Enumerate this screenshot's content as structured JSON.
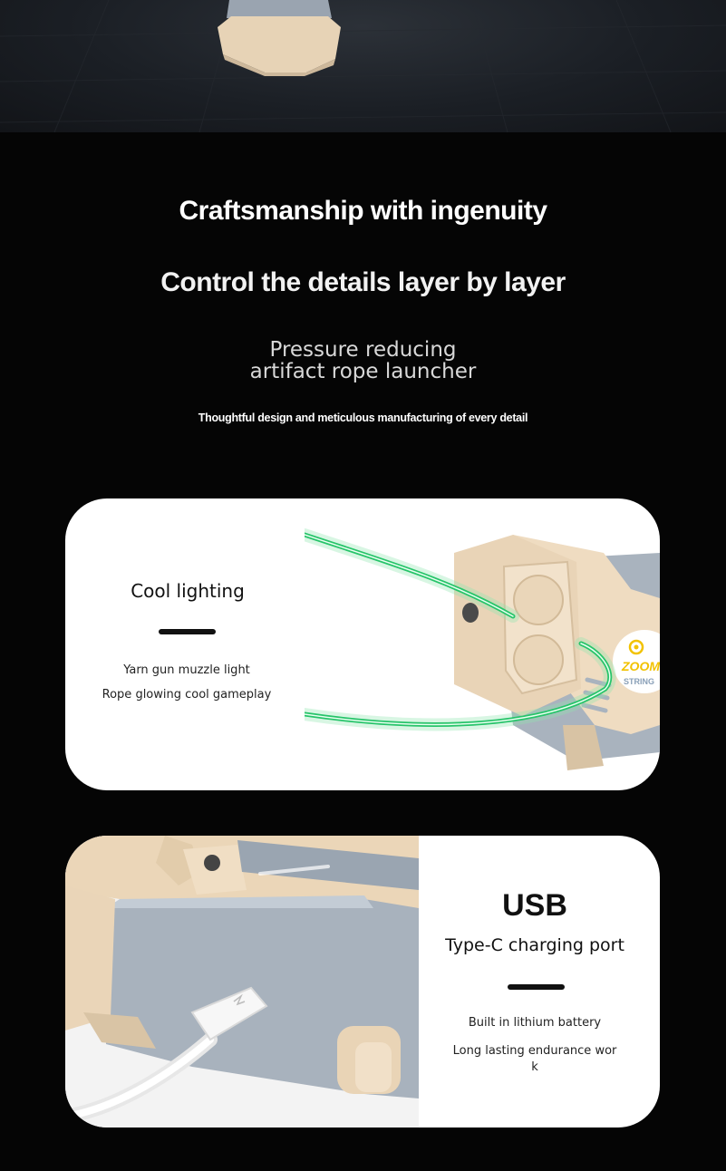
{
  "headings": {
    "line1": "Craftsmanship with ingenuity",
    "line2": "Control the details layer by layer",
    "product_line1": "Pressure reducing",
    "product_line2": "artifact rope launcher",
    "tagline": "Thoughtful design and meticulous manufacturing of every detail"
  },
  "feature_lighting": {
    "title": "Cool lighting",
    "line1": "Yarn gun muzzle light",
    "line2": "Rope glowing cool gameplay",
    "logo_text": "ZOOM STRING"
  },
  "feature_usb": {
    "title": "USB",
    "subtitle": "Type-C charging port",
    "line1": "Built in lithium battery",
    "line2": "Long lasting endurance wor",
    "line3": "k"
  },
  "colors": {
    "background": "#050505",
    "card": "#ffffff",
    "toy_cream": "#efdcc1",
    "toy_grey": "#a9b3be",
    "glow_green": "#27c46a"
  }
}
